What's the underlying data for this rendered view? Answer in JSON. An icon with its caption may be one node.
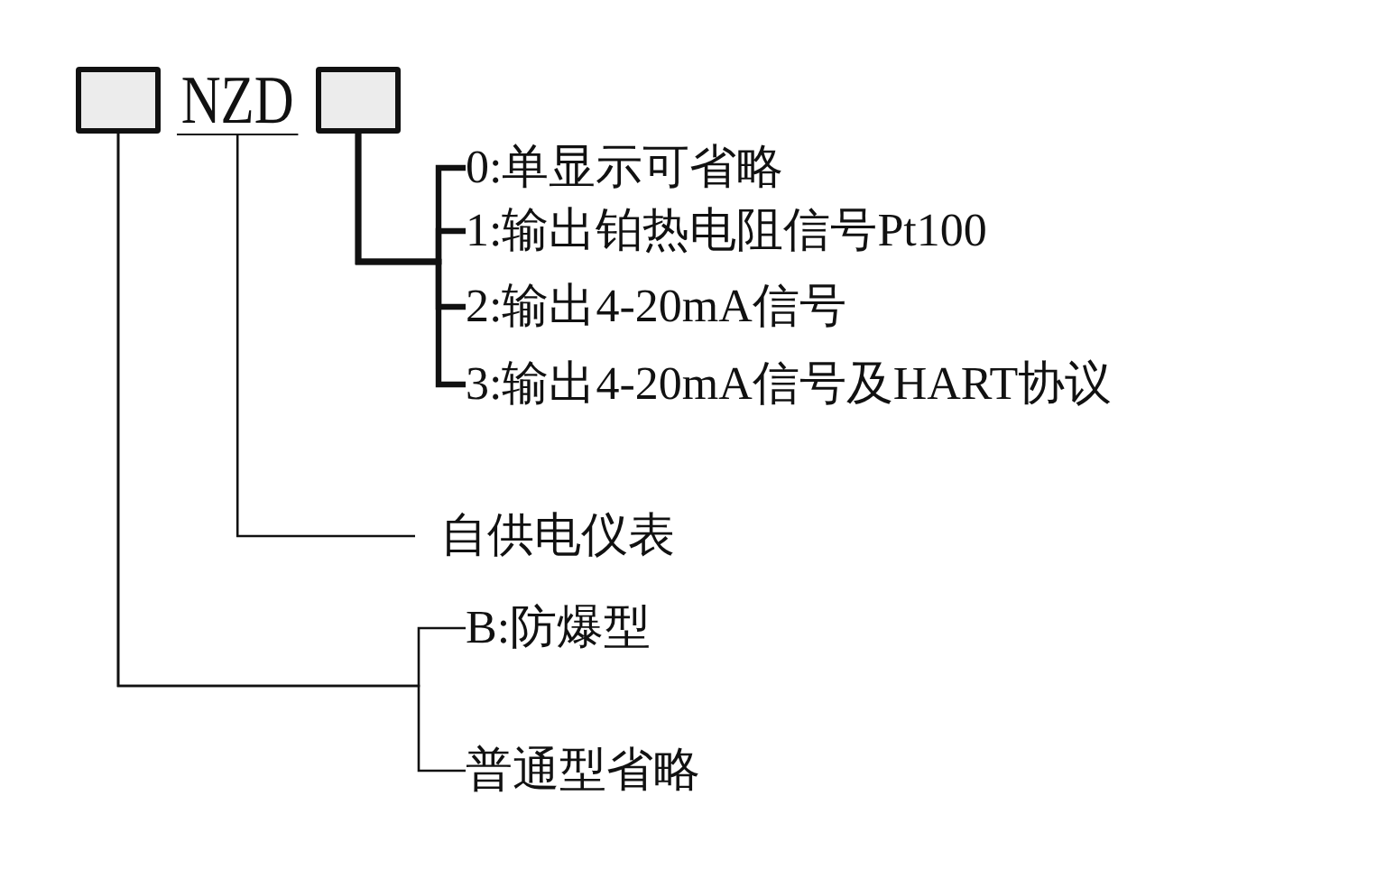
{
  "diagram": {
    "nodes": [
      {
        "text": [],
        "shape": "box"
      },
      {
        "text": [
          "NZD"
        ]
      },
      {
        "text": [],
        "shape": "box"
      },
      {
        "text": [
          "0:单显示可省略"
        ]
      },
      {
        "text": [
          "1:输出铂热电阻信号Pt100"
        ]
      },
      {
        "text": [
          "2:输出4-20mA信号"
        ]
      },
      {
        "text": [
          "3:输出4-20mA信号及HART协议"
        ]
      },
      {
        "text": [
          "自供电仪表"
        ]
      },
      {
        "text": [
          "B:防爆型"
        ]
      },
      {
        "text": [
          "普通型省略"
        ]
      }
    ],
    "edges": [
      {
        "from": 2,
        "to": 3,
        "arrow": "none"
      },
      {
        "from": 2,
        "to": 4,
        "arrow": "none"
      },
      {
        "from": 2,
        "to": 5,
        "arrow": "none"
      },
      {
        "from": 2,
        "to": 6,
        "arrow": "none"
      },
      {
        "from": 1,
        "to": 7,
        "arrow": "none"
      },
      {
        "from": 0,
        "to": 8,
        "arrow": "none"
      },
      {
        "from": 0,
        "to": 9,
        "arrow": "none"
      }
    ]
  }
}
